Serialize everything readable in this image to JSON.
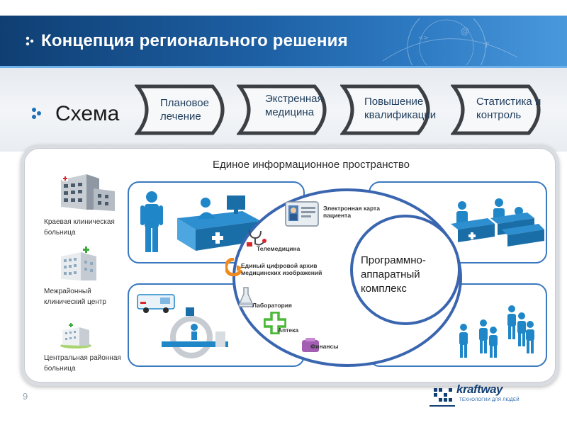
{
  "header": {
    "title": "Концепция регионального решения"
  },
  "scheme": {
    "title": "Схема"
  },
  "tabs": [
    {
      "label": "Плановое лечение"
    },
    {
      "label": "Экстренная медицина"
    },
    {
      "label": "Повышение квалификации"
    },
    {
      "label": "Статистика и контроль"
    }
  ],
  "space": {
    "title": "Единое информационное пространство"
  },
  "institutions": [
    {
      "label": "Краевая клиническая больница",
      "icon": "hospital-building-icon"
    },
    {
      "label": "Межрайонный клинический центр",
      "icon": "clinic-building-icon"
    },
    {
      "label": "Центральная районная больница",
      "icon": "district-hospital-icon"
    }
  ],
  "services": [
    {
      "label": "Электронная карта пациента",
      "icon": "patient-card-icon"
    },
    {
      "label": "Телемедицина",
      "icon": "telemedicine-icon"
    },
    {
      "label": "Единый цифровой архив медицинских изображений",
      "icon": "archive-icon"
    },
    {
      "label": "Лаборатория",
      "icon": "flask-icon"
    },
    {
      "label": "Аптека",
      "icon": "pharmacy-cross-icon"
    },
    {
      "label": "Финансы",
      "icon": "wallet-icon"
    }
  ],
  "core": {
    "label": "Программно-аппаратный комплекс"
  },
  "footer": {
    "page": "9",
    "logo": "kraftway",
    "tagline": "ТЕХНОЛОГИИ ДЛЯ ЛЮДЕЙ"
  },
  "colors": {
    "header": "#1d5fa3",
    "panel_border": "#3a78c0",
    "figure": "#1f87c8",
    "ring": "#3a66b0"
  }
}
